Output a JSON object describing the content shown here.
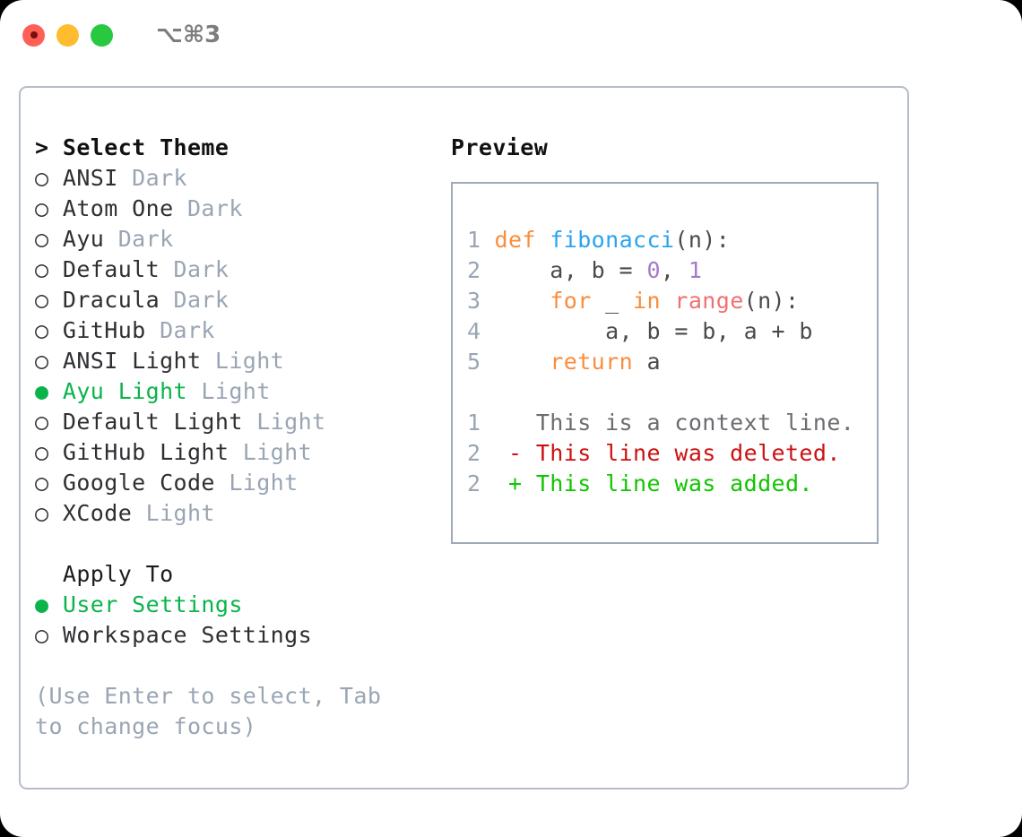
{
  "window": {
    "traffic_lights": [
      "close",
      "minimize",
      "maximize"
    ],
    "shortcut": "⌥⌘3"
  },
  "colors": {
    "accent_green": "#0ab44a",
    "muted": "#9aa5b4",
    "border": "#b6bdc9",
    "preview_border": "#9fa9b7",
    "keyword": "#fa8d3e",
    "function": "#2aa3ef",
    "number": "#a37acc",
    "builtin": "#f07171",
    "diff_deleted": "#cc1111",
    "diff_added": "#12c400"
  },
  "theme_section": {
    "header_marker": ">",
    "header": "Select Theme",
    "marker_selected": "●",
    "marker_unselected": "○",
    "items": [
      {
        "name": "ANSI",
        "tag": "Dark",
        "selected": false
      },
      {
        "name": "Atom One",
        "tag": "Dark",
        "selected": false
      },
      {
        "name": "Ayu",
        "tag": "Dark",
        "selected": false
      },
      {
        "name": "Default",
        "tag": "Dark",
        "selected": false
      },
      {
        "name": "Dracula",
        "tag": "Dark",
        "selected": false
      },
      {
        "name": "GitHub",
        "tag": "Dark",
        "selected": false
      },
      {
        "name": "ANSI Light",
        "tag": "Light",
        "selected": false
      },
      {
        "name": "Ayu Light",
        "tag": "Light",
        "selected": true
      },
      {
        "name": "Default Light",
        "tag": "Light",
        "selected": false
      },
      {
        "name": "GitHub Light",
        "tag": "Light",
        "selected": false
      },
      {
        "name": "Google Code",
        "tag": "Light",
        "selected": false
      },
      {
        "name": "XCode",
        "tag": "Light",
        "selected": false
      }
    ]
  },
  "apply_to_section": {
    "title": "Apply To",
    "items": [
      {
        "name": "User Settings",
        "selected": true
      },
      {
        "name": "Workspace Settings",
        "selected": false
      }
    ]
  },
  "hint": "(Use Enter to select, Tab to change focus)",
  "preview": {
    "title": "Preview",
    "code_lines": [
      {
        "num": "1",
        "tokens": [
          {
            "t": "def",
            "c": "c-kw"
          },
          {
            "t": " ",
            "c": "c-txt"
          },
          {
            "t": "fibonacci",
            "c": "c-fn"
          },
          {
            "t": "(n):",
            "c": "c-txt"
          }
        ]
      },
      {
        "num": "2",
        "tokens": [
          {
            "t": "    a, b = ",
            "c": "c-txt"
          },
          {
            "t": "0",
            "c": "c-num"
          },
          {
            "t": ", ",
            "c": "c-txt"
          },
          {
            "t": "1",
            "c": "c-num"
          }
        ]
      },
      {
        "num": "3",
        "tokens": [
          {
            "t": "    ",
            "c": "c-txt"
          },
          {
            "t": "for",
            "c": "c-kw"
          },
          {
            "t": " _ ",
            "c": "c-txt"
          },
          {
            "t": "in",
            "c": "c-kw"
          },
          {
            "t": " ",
            "c": "c-txt"
          },
          {
            "t": "range",
            "c": "c-bi"
          },
          {
            "t": "(n):",
            "c": "c-txt"
          }
        ]
      },
      {
        "num": "4",
        "tokens": [
          {
            "t": "        a, b = b, a + b",
            "c": "c-txt"
          }
        ]
      },
      {
        "num": "5",
        "tokens": [
          {
            "t": "    ",
            "c": "c-txt"
          },
          {
            "t": "return",
            "c": "c-kw"
          },
          {
            "t": " a",
            "c": "c-txt"
          }
        ]
      }
    ],
    "diff_lines": [
      {
        "num": "1",
        "tokens": [
          {
            "t": "   This is a context line.",
            "c": "c-ctx"
          }
        ]
      },
      {
        "num": "2",
        "tokens": [
          {
            "t": " - This line was deleted.",
            "c": "c-del"
          }
        ]
      },
      {
        "num": "2",
        "tokens": [
          {
            "t": " + This line was added.",
            "c": "c-add"
          }
        ]
      }
    ]
  }
}
